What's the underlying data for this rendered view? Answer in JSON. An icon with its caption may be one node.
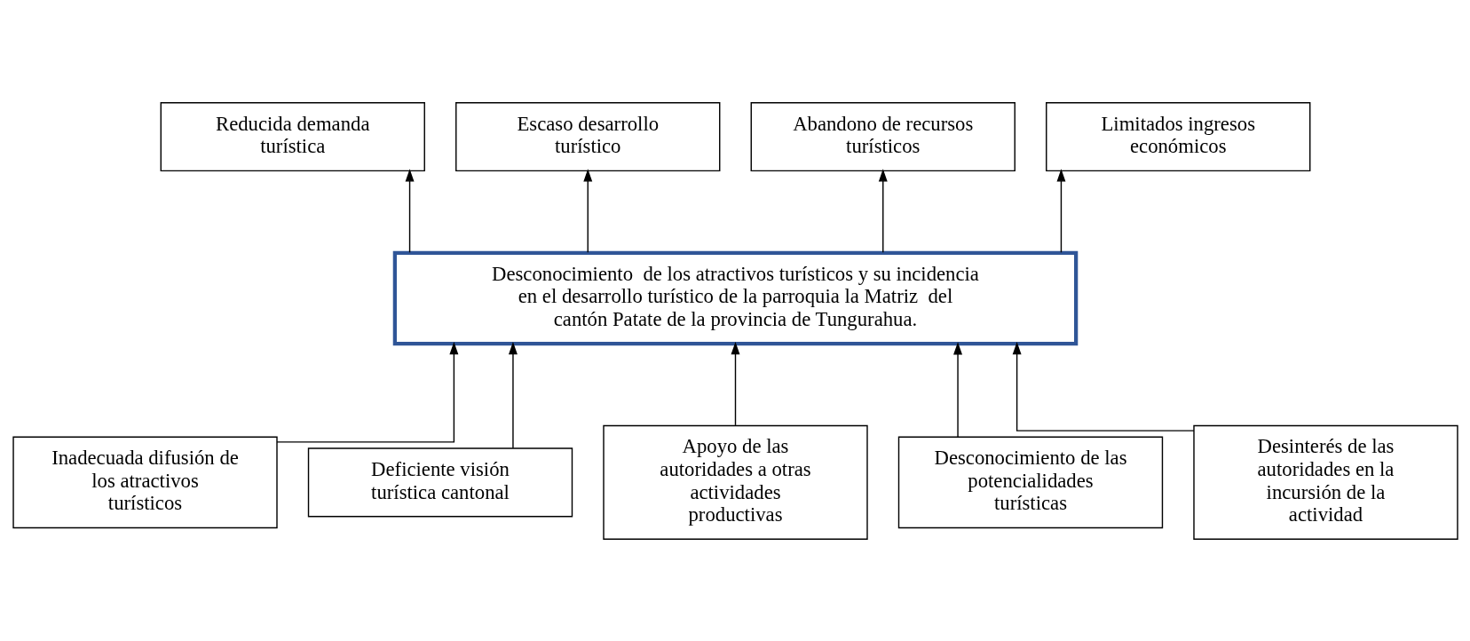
{
  "diagram": {
    "nodes": [
      {
        "text": [
          "Reducida demanda turística"
        ]
      },
      {
        "text": [
          "Escaso desarrollo turístico"
        ]
      },
      {
        "text": [
          "Abandono de recursos turísticos"
        ]
      },
      {
        "text": [
          "Limitados ingresos económicos"
        ]
      },
      {
        "text": [
          "Desconocimiento  de los atractivos turísticos y su incidencia en el desarrollo turístico de la parroquia la Matriz  del cantón Patate de la provincia de Tungurahua."
        ]
      },
      {
        "text": [
          "Inadecuada difusión de los atractivos turísticos"
        ]
      },
      {
        "text": [
          "Deficiente visión turística cantonal"
        ]
      },
      {
        "text": [
          "Apoyo de las autoridades a otras actividades productivas"
        ]
      },
      {
        "text": [
          "Desconocimiento de las potencialidades turísticas"
        ]
      },
      {
        "text": [
          "Desinterés de las autoridades en la incursión de la actividad"
        ]
      }
    ],
    "edges": [
      {
        "from": 4,
        "to": 0,
        "arrow": "to"
      },
      {
        "from": 4,
        "to": 1,
        "arrow": "to"
      },
      {
        "from": 4,
        "to": 2,
        "arrow": "to"
      },
      {
        "from": 4,
        "to": 3,
        "arrow": "to"
      },
      {
        "from": 5,
        "to": 4,
        "arrow": "to"
      },
      {
        "from": 6,
        "to": 4,
        "arrow": "to"
      },
      {
        "from": 7,
        "to": 4,
        "arrow": "to"
      },
      {
        "from": 8,
        "to": 4,
        "arrow": "to"
      },
      {
        "from": 9,
        "to": 4,
        "arrow": "to"
      }
    ]
  }
}
